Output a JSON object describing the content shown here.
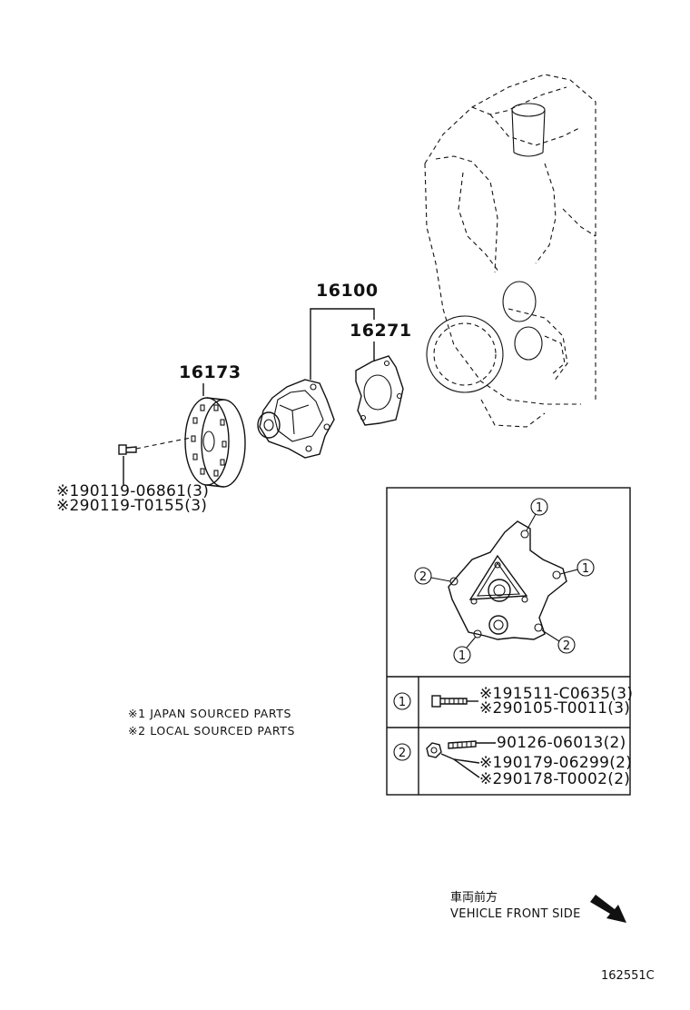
{
  "callouts": {
    "assembly": "16100",
    "gasket": "16271",
    "pulley": "16173"
  },
  "pulley_bolt_parts": [
    "※190119-06861(3)",
    "※290119-T0155(3)"
  ],
  "notes": [
    "※1 JAPAN SOURCED PARTS",
    "※2 LOCAL SOURCED PARTS"
  ],
  "detail_box": {
    "markers": [
      "1",
      "2"
    ],
    "rows": [
      {
        "marker": "1",
        "parts": [
          "※191511-C0635(3)",
          "※290105-T0011(3)"
        ]
      },
      {
        "marker": "2",
        "parts": [
          "90126-06013(2)",
          "※190179-06299(2)",
          "※290178-T0002(2)"
        ]
      }
    ]
  },
  "direction": {
    "label_jp": "車両前方",
    "label_en": "VEHICLE FRONT SIDE"
  },
  "figure_code": "162551C"
}
